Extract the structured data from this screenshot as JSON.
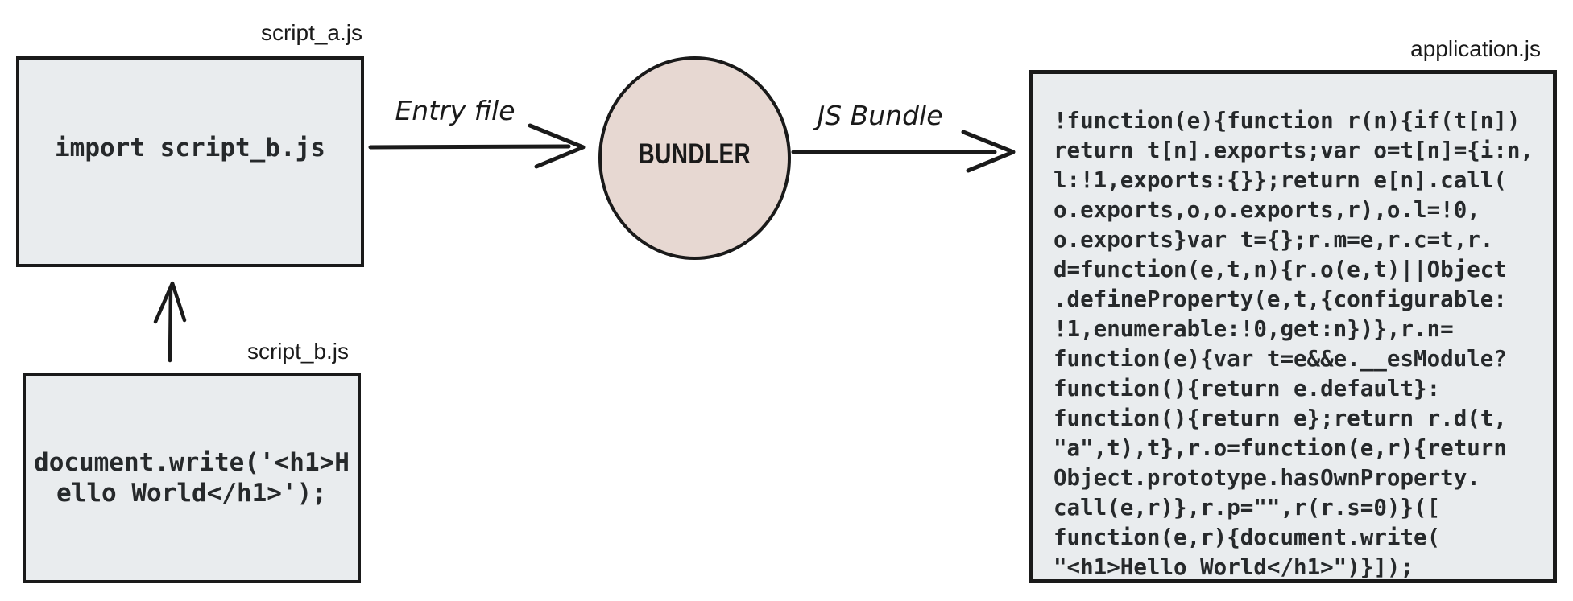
{
  "nodes": {
    "script_a": {
      "filename_label": "script_a.js",
      "code": "import script_b.js"
    },
    "script_b": {
      "filename_label": "script_b.js",
      "code": "document.write('<h1>Hello World</h1>');"
    },
    "bundler": {
      "label": "BUNDLER"
    },
    "application": {
      "filename_label": "application.js",
      "code_lines": [
        "!function(e){function r(n){if(t[n])",
        "return t[n].exports;var o=t[n]={i:n,",
        "l:!1,exports:{}};return e[n].call(",
        "o.exports,o,o.exports,r),o.l=!0,",
        "o.exports}var t={};r.m=e,r.c=t,r.",
        "d=function(e,t,n){r.o(e,t)||Object",
        ".defineProperty(e,t,{configurable:",
        "!1,enumerable:!0,get:n})},r.n=",
        "function(e){var t=e&&e.__esModule?",
        "function(){return e.default}:",
        "function(){return e};return r.d(t,",
        "\"a\",t),t},r.o=function(e,r){return",
        "Object.prototype.hasOwnProperty.",
        "call(e,r)},r.p=\"\",r(r.s=0)}([",
        "function(e,r){document.write(",
        "\"<h1>Hello World</h1>\")}]);"
      ]
    }
  },
  "arrows": {
    "entry": {
      "label": "Entry file"
    },
    "bundle": {
      "label": "JS Bundle"
    }
  },
  "colors": {
    "file_box_fill": "#e9ecee",
    "bundler_fill": "#e7d8d2",
    "stroke": "#1a1a1a",
    "code_color": "#26292b",
    "background": "#ffffff"
  }
}
